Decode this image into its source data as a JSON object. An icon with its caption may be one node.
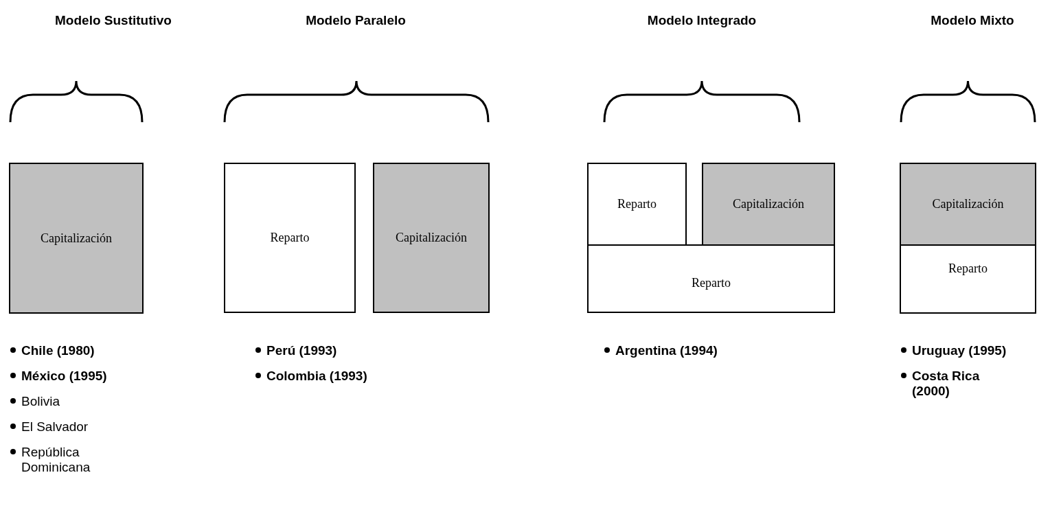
{
  "diagram": {
    "nodes": [
      {
        "text": [
          "Capitalización"
        ]
      },
      {
        "text": [
          "Reparto"
        ]
      },
      {
        "text": [
          "Capitalización"
        ]
      },
      {
        "text": [
          "Reparto"
        ]
      },
      {
        "text": [
          "Capitalización"
        ]
      },
      {
        "text": [
          "Reparto"
        ]
      },
      {
        "text": [
          "Capitalización"
        ]
      },
      {
        "text": [
          "Reparto"
        ]
      }
    ],
    "edges": [],
    "labels": [
      "Modelo Sustitutivo",
      "Modelo Paralelo",
      "Modelo Integrado",
      "Modelo Mixto",
      "Chile (1980)",
      "México (1995)",
      "Bolivia",
      "El Salvador",
      "República Dominicana",
      "Perú (1993)",
      "Colombia (1993)",
      "Argentina (1994)",
      "Uruguay (1995)",
      "Costa Rica (2000)"
    ]
  }
}
